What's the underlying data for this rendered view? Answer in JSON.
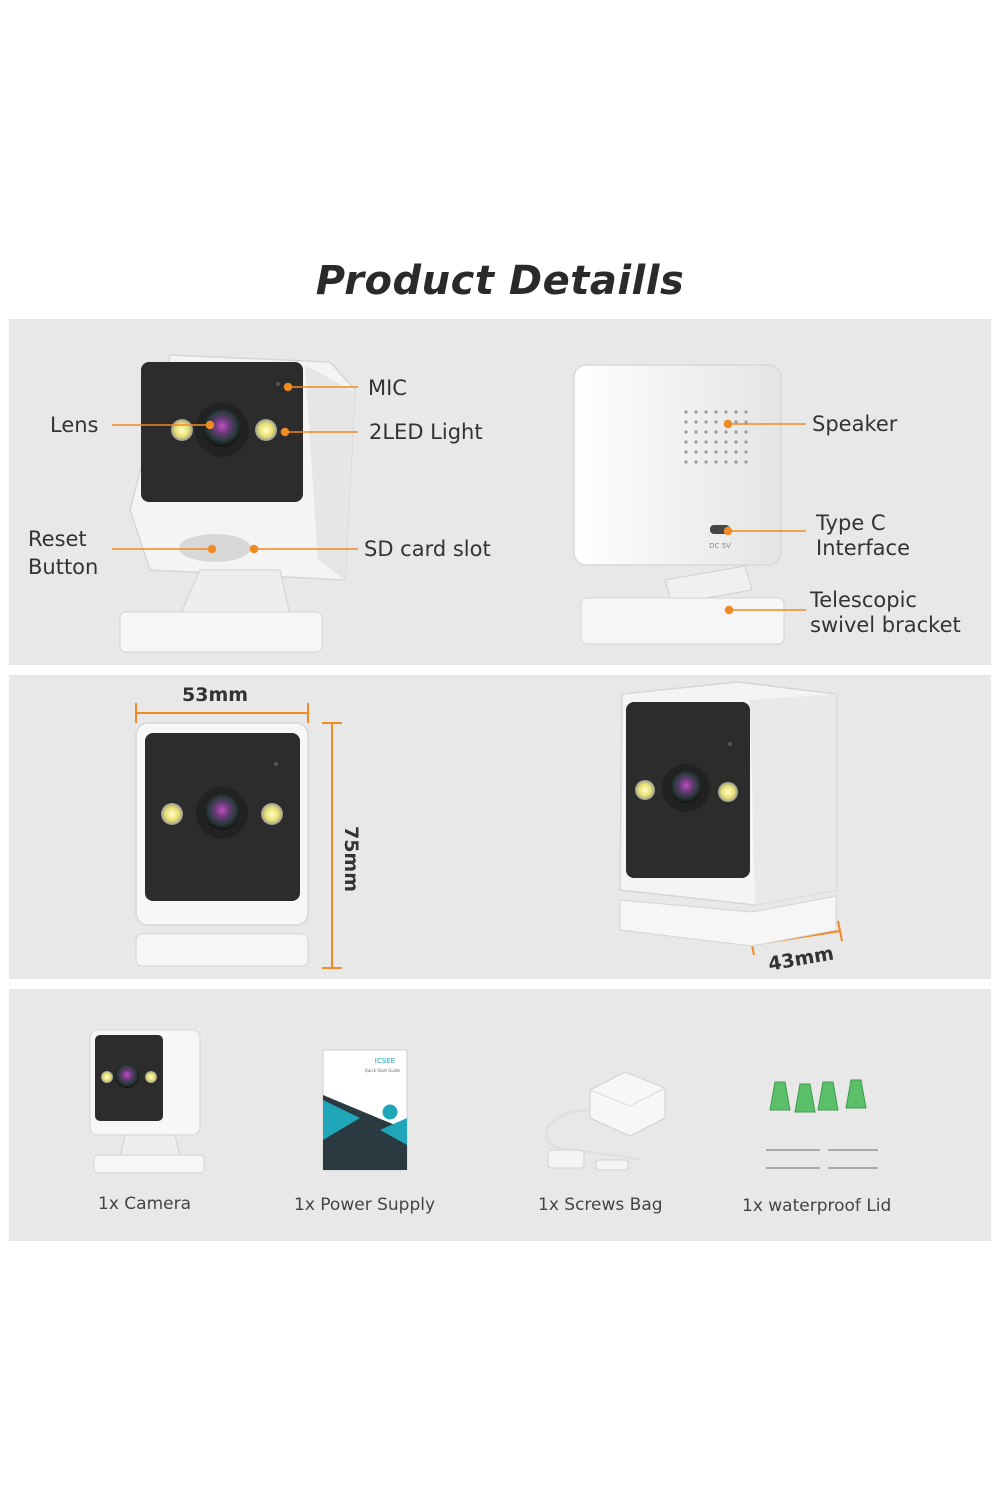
{
  "title": "Product Detaills",
  "details": {
    "mic": "MIC",
    "lens": "Lens",
    "led_light": "2LED Light",
    "reset_line1": "Reset",
    "reset_line2": "Button",
    "sd_slot": "SD card slot",
    "speaker": "Speaker",
    "typec_line1": "Type C",
    "typec_line2": "Interface",
    "bracket_line1": "Telescopic",
    "bracket_line2": "swivel bracket",
    "port_marking": "DC 5V"
  },
  "dimensions": {
    "width": "53mm",
    "height": "75mm",
    "depth": "43mm"
  },
  "package": {
    "items": [
      "1x Camera",
      "1x Power Supply",
      "1x Screws Bag",
      "1x waterproof Lid"
    ],
    "guide_brand": "ICSEE",
    "guide_subtitle": "Quick Start Guide"
  },
  "colors": {
    "accent": "#f08a24",
    "panel": "#e8e8e8",
    "camera_body": "#f7f7f7",
    "camera_face": "#2c2c2c",
    "lid_green": "#5cbf6a"
  }
}
